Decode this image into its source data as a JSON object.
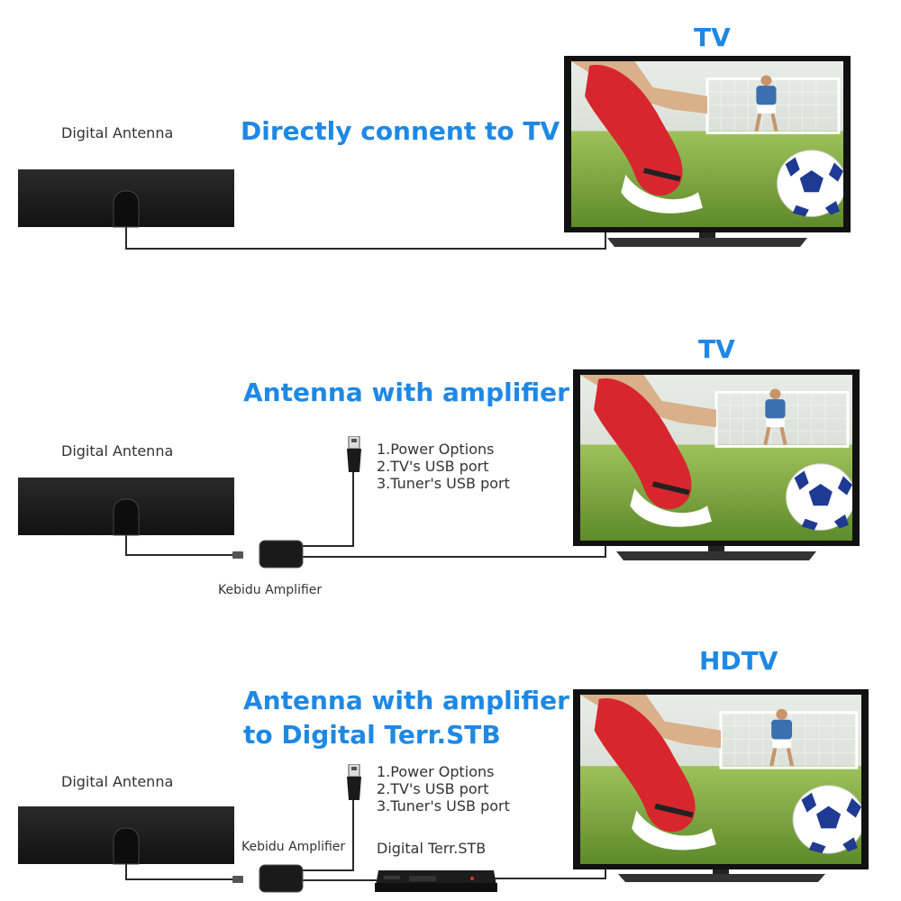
{
  "sections": [
    {
      "heading": "Directly connent to TV",
      "tv_label": "TV",
      "antenna_label": "Digital Antenna"
    },
    {
      "heading": "Antenna with amplifier",
      "tv_label": "TV",
      "antenna_label": "Digital Antenna",
      "amplifier_label": "Kebidu Amplifier",
      "power_options": [
        "1.Power Options",
        "2.TV's USB port",
        "3.Tuner's USB port"
      ]
    },
    {
      "heading_line1": "Antenna with amplifier",
      "heading_line2": "to Digital Terr.STB",
      "tv_label": "HDTV",
      "antenna_label": "Digital Antenna",
      "amplifier_label": "Kebidu Amplifier",
      "stb_label": "Digital Terr.STB",
      "power_options": [
        "1.Power Options",
        "2.TV's USB port",
        "3.Tuner's USB port"
      ]
    }
  ],
  "colors": {
    "heading": "#1e88e5",
    "text": "#333333",
    "antenna": "#1c1c1c",
    "cable": "#2a2a2a"
  },
  "icons": [
    "digital-antenna-icon",
    "amplifier-icon",
    "usb-plug-icon",
    "tv-icon",
    "set-top-box-icon"
  ]
}
